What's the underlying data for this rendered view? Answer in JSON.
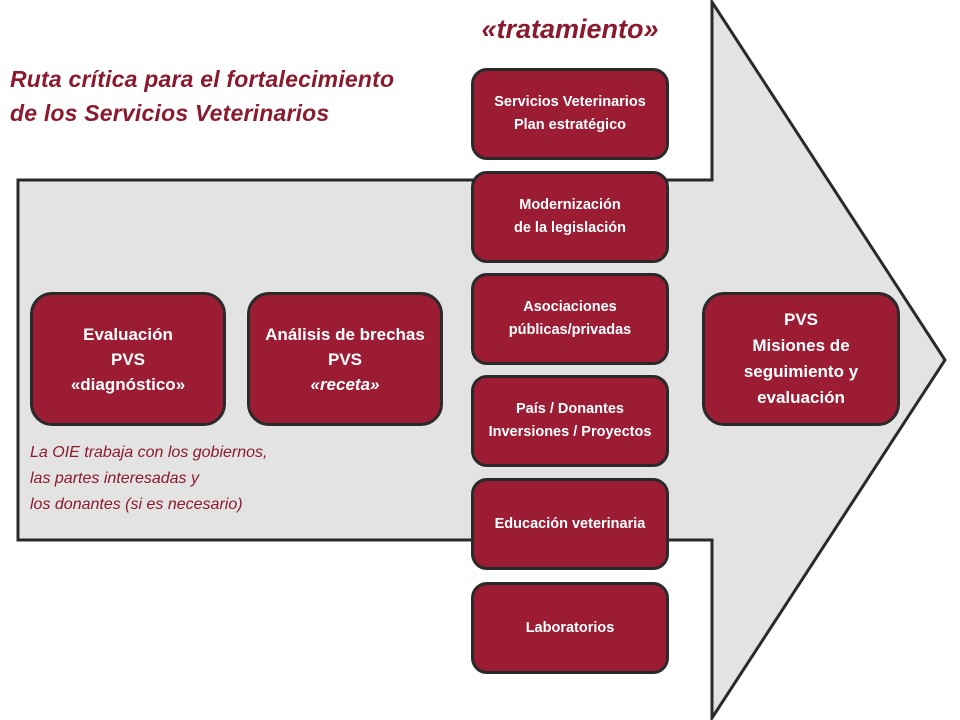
{
  "title": {
    "line1": "Ruta crítica para el fortalecimiento",
    "line2": "de los Servicios Veterinarios"
  },
  "treatment_header": "«tratamiento»",
  "left_boxes": {
    "evaluacion": {
      "line1": "Evaluación",
      "line2": "PVS",
      "line3": "«diagnóstico»"
    },
    "analisis": {
      "line1": "Análisis de brechas",
      "line2": "PVS",
      "line3": "«receta»"
    }
  },
  "treatment_items": [
    {
      "line1": "Servicios Veterinarios",
      "line2": "Plan estratégico"
    },
    {
      "line1": "Modernización",
      "line2": "de la legislación"
    },
    {
      "line1": "Asociaciones",
      "line2": "públicas/privadas"
    },
    {
      "line1": "País / Donantes",
      "line2": "Inversiones / Proyectos"
    },
    {
      "line1": "Educación veterinaria",
      "line2": ""
    },
    {
      "line1": "Laboratorios",
      "line2": ""
    }
  ],
  "right_box": {
    "line1": "PVS",
    "line2": "Misiones de",
    "line3": "seguimiento y",
    "line4": "evaluación"
  },
  "note": {
    "line1": "La OIE trabaja con los gobiernos,",
    "line2": "las partes interesadas y",
    "line3": "los donantes (si es necesario)"
  },
  "colors": {
    "box_fill": "#9b1c33",
    "accent_text": "#8b1a2e",
    "arrow_fill": "#e3e3e3",
    "outline": "#2a2a2a"
  }
}
